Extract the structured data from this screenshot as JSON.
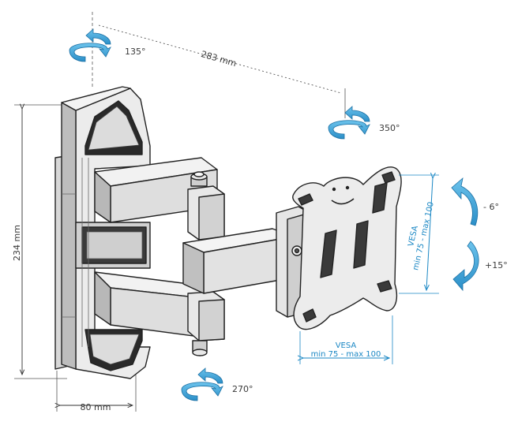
{
  "dimensions": {
    "width": "283 mm",
    "height": "234 mm",
    "depth": "80 mm"
  },
  "rotations": {
    "arm_swivel_top": "135°",
    "head_swivel": "350°",
    "wall_swivel_bottom": "270°",
    "tilt_up": "- 6°",
    "tilt_down": "+15°"
  },
  "vesa": {
    "bottom_title": "VESA",
    "bottom_range": "min 75 - max 100",
    "side_title": "VESA",
    "side_range": "min 75 - max 100"
  },
  "colors": {
    "accent": "#3aa5d9",
    "accent_dark": "#1a87c4",
    "mount_fill": "#e8e8e8",
    "mount_shade": "#c9c9c9",
    "line": "#222222"
  }
}
